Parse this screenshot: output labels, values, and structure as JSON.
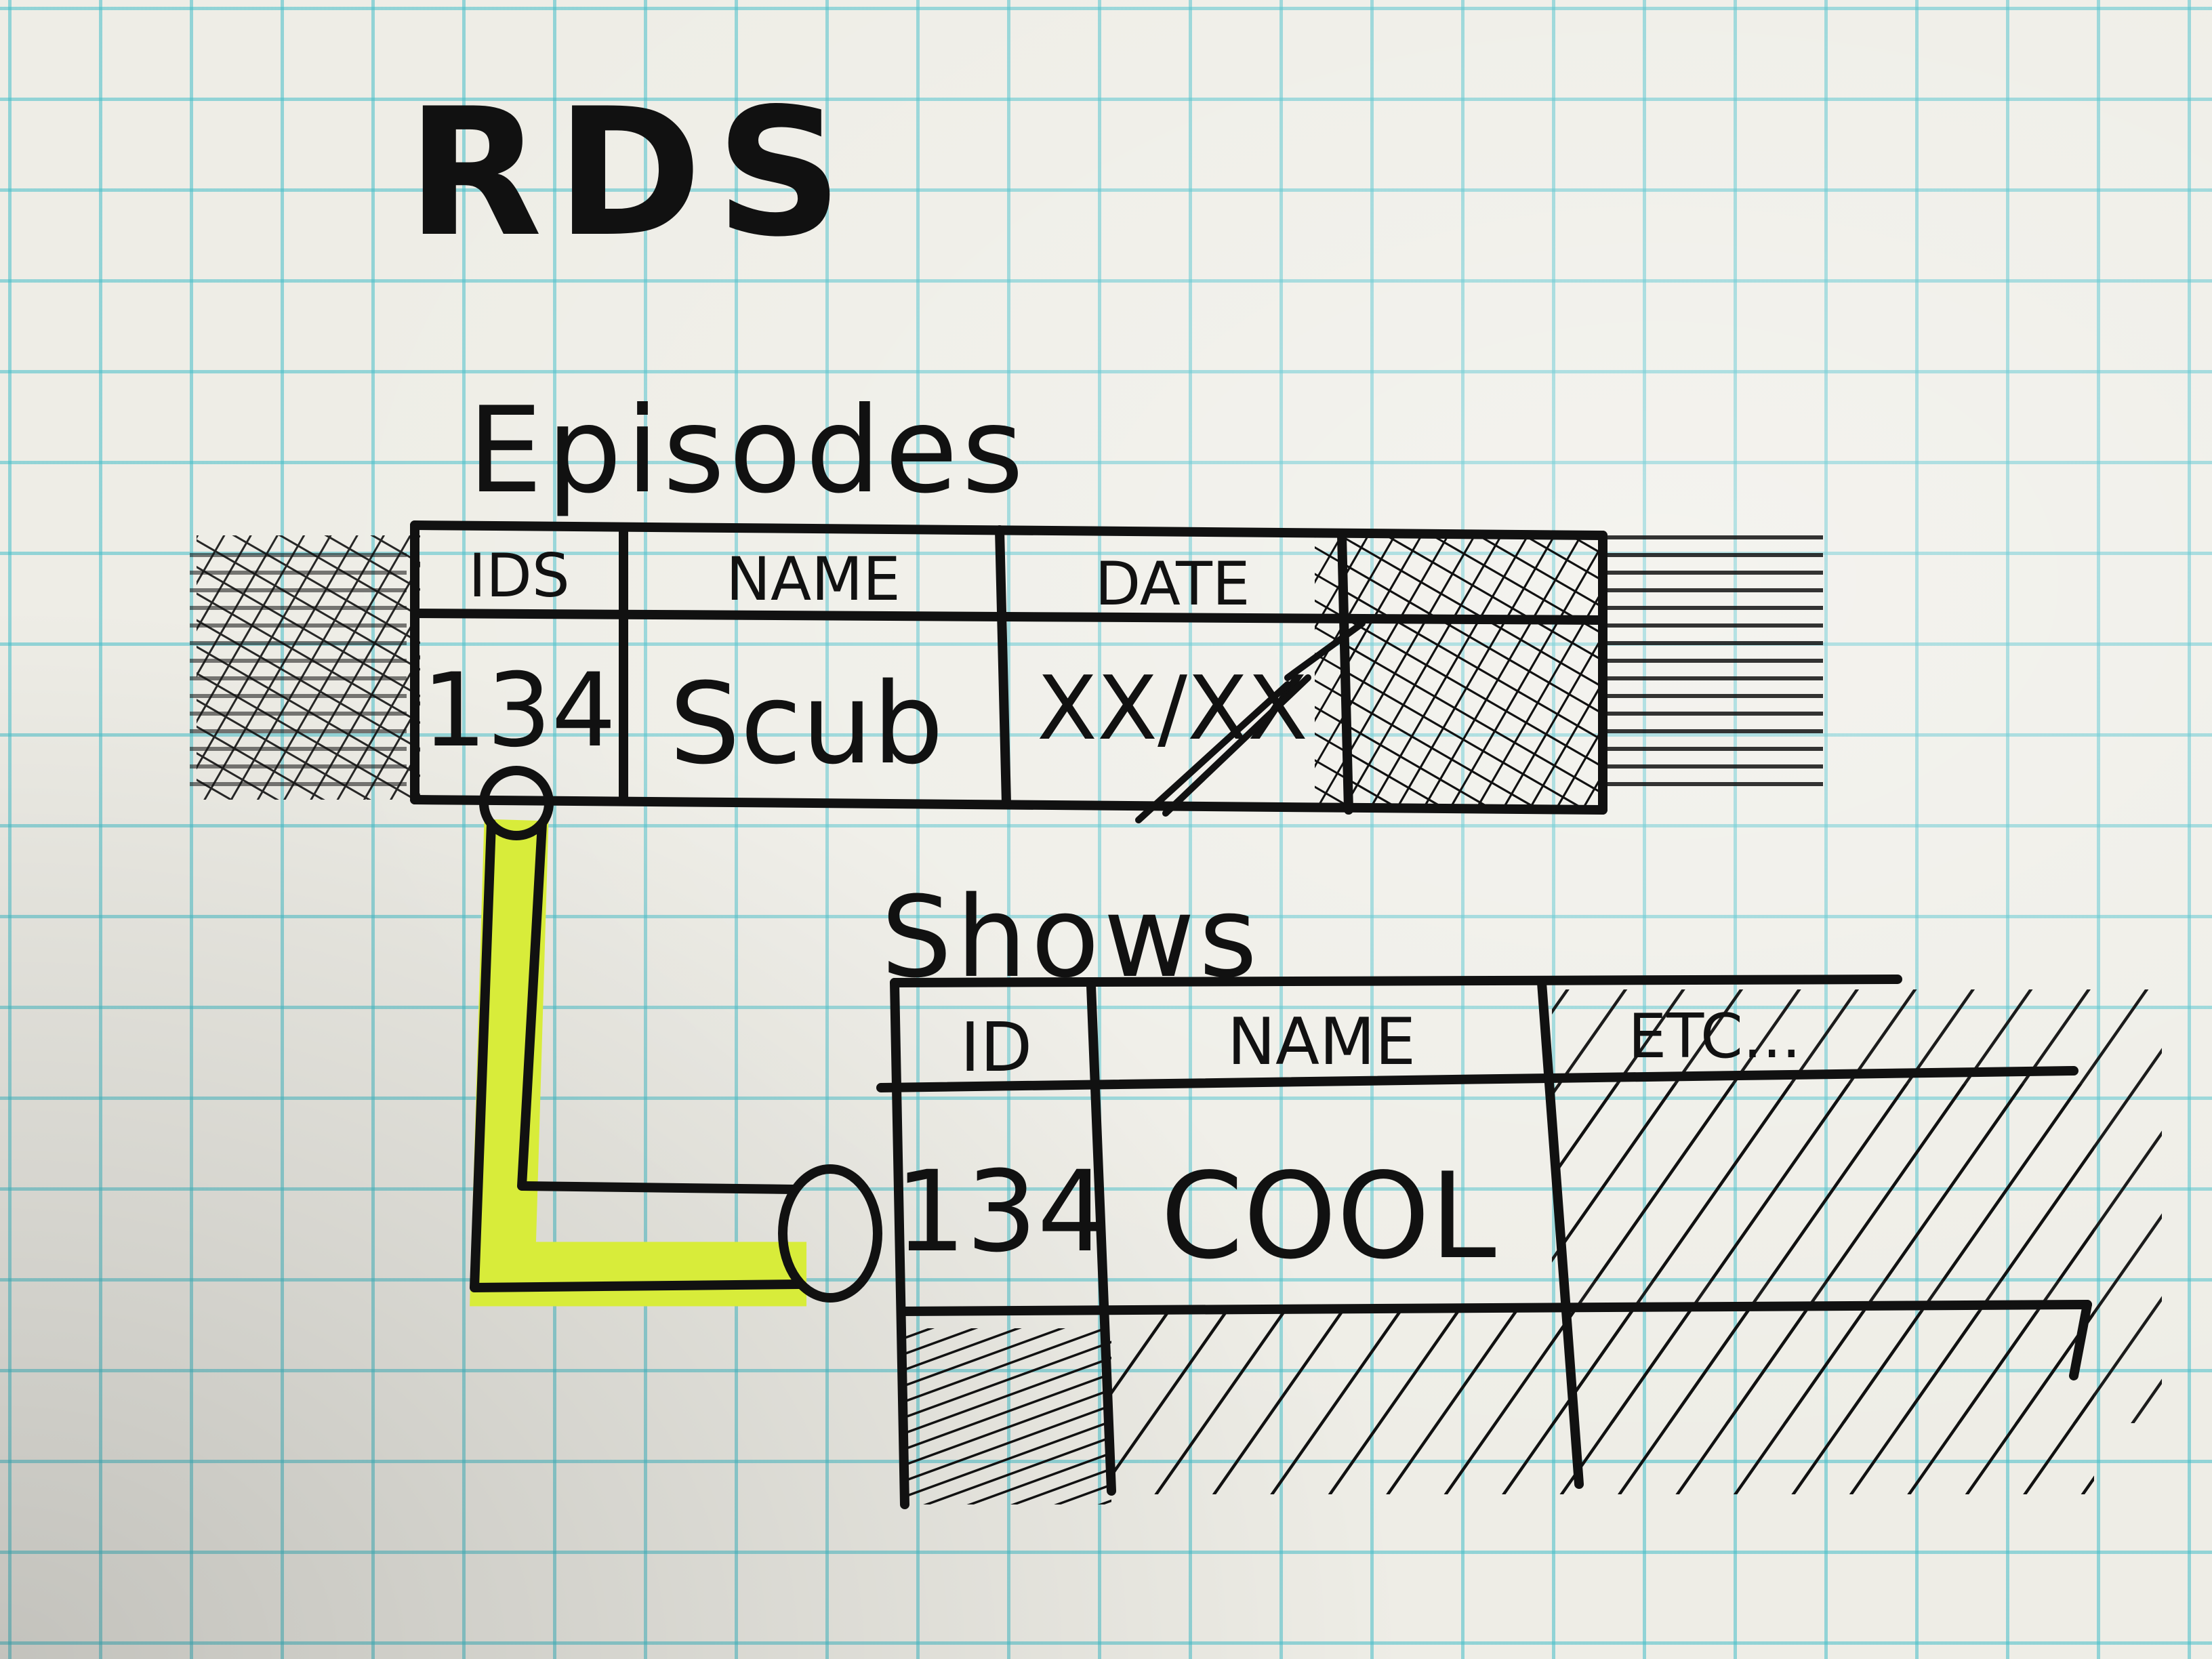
{
  "diagram": {
    "title": "RDS",
    "colors": {
      "ink": "#111111",
      "grid": "#46bec8",
      "paper": "#eeede6",
      "highlight": "#d8ec3a"
    },
    "episodes_table": {
      "name": "Episodes",
      "headers": [
        "IDS",
        "NAME",
        "DATE"
      ],
      "row": [
        "134",
        "Scub",
        "XX/XX"
      ]
    },
    "shows_table": {
      "name": "Shows",
      "headers": [
        "ID",
        "NAME",
        "ETC..."
      ],
      "row": [
        "134",
        "COOL"
      ]
    },
    "relation": {
      "from": "Episodes.IDS",
      "to": "Shows.ID",
      "highlighted": true
    }
  }
}
